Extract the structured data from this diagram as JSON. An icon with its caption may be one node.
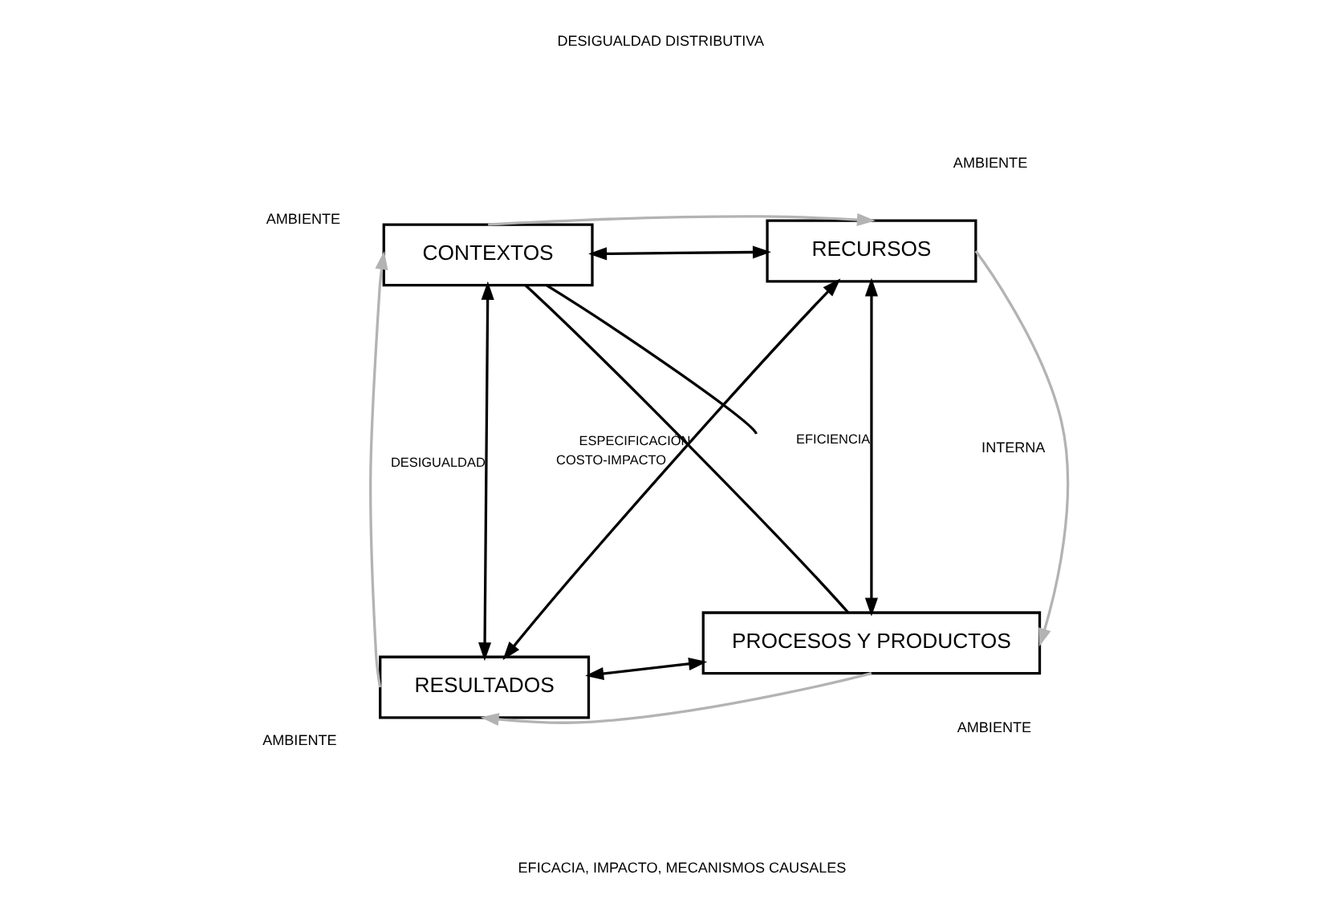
{
  "diagram": {
    "nodes": [
      {
        "text": [
          "CONTEXTOS"
        ]
      },
      {
        "text": [
          "RECURSOS"
        ]
      },
      {
        "text": [
          "RESULTADOS"
        ]
      },
      {
        "text": [
          "PROCESOS Y PRODUCTOS"
        ]
      }
    ],
    "edges": [
      {
        "from": 0,
        "to": 1,
        "arrow": "both"
      },
      {
        "from": 0,
        "to": 2,
        "arrow": "both",
        "label": "DESIGUALDAD"
      },
      {
        "from": 1,
        "to": 3,
        "arrow": "both",
        "label": "EFICIENCIA"
      },
      {
        "from": 2,
        "to": 3,
        "arrow": "both"
      },
      {
        "from": 2,
        "to": 1,
        "arrow": "both",
        "label": "COSTO-IMPACTO"
      },
      {
        "from": 0,
        "to": 3,
        "arrow": "none",
        "label": "ESPECIFICACIÓN"
      },
      {
        "from": 0,
        "to": null,
        "arrow": "none"
      },
      {
        "from": 0,
        "to": 1,
        "arrow": "to",
        "color": "#b3b3b3"
      },
      {
        "from": 1,
        "to": 3,
        "arrow": "to",
        "color": "#b3b3b3"
      },
      {
        "from": 3,
        "to": 2,
        "arrow": "to",
        "color": "#b3b3b3"
      },
      {
        "from": 2,
        "to": 0,
        "arrow": "to",
        "color": "#b3b3b3"
      }
    ],
    "labels": [
      "AMBIENTE",
      "AMBIENTE",
      "DESIGUALDAD DISTRIBUTIVA",
      "INTERNA",
      "EFICACIA, IMPACTO, MECANISMOS CAUSALES",
      "AMBIENTE",
      "AMBIENTE"
    ]
  }
}
